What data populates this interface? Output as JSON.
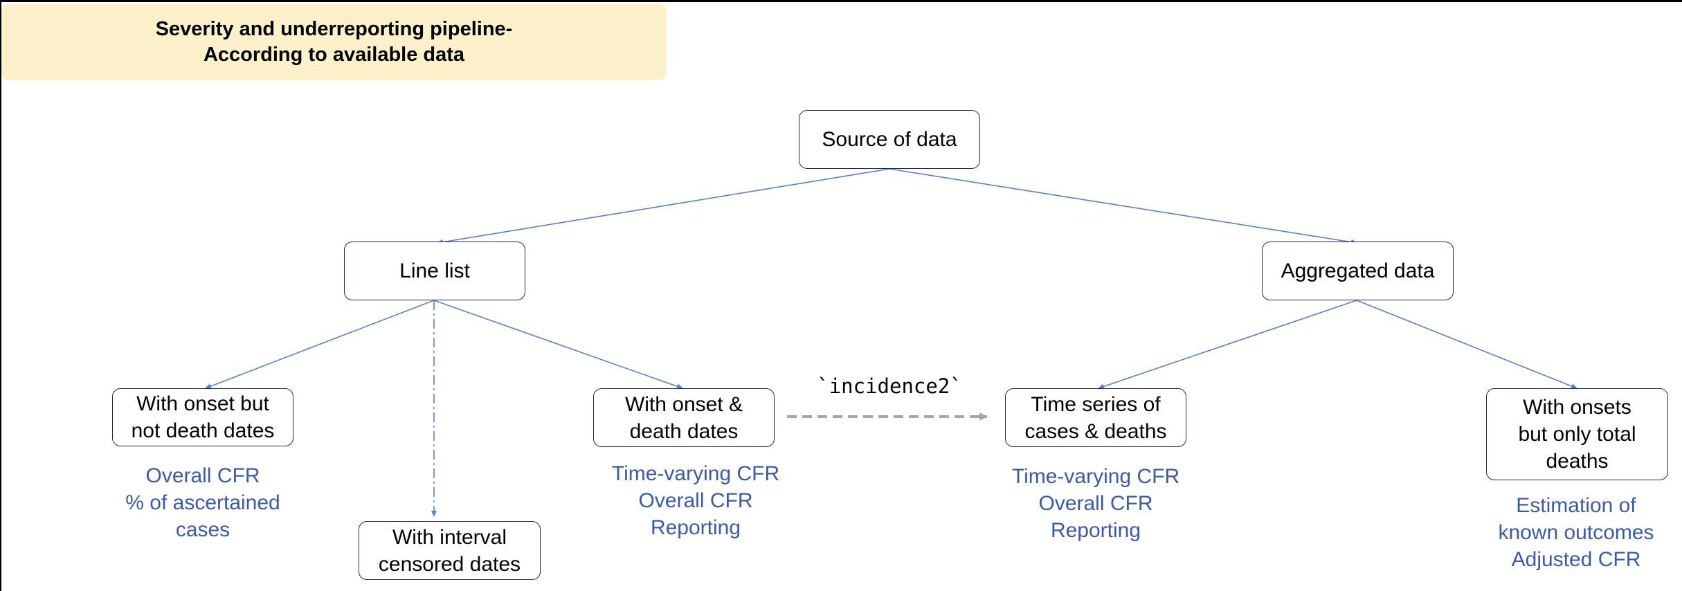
{
  "title": {
    "line1": "Severity and underreporting pipeline-",
    "line2": "According to available data"
  },
  "nodes": {
    "source": [
      "Source of data"
    ],
    "line_list": [
      "Line list"
    ],
    "aggregated": [
      "Aggregated data"
    ],
    "onset_no_death": [
      "With onset but",
      "not death dates"
    ],
    "interval_censored": [
      "With interval",
      "censored dates"
    ],
    "onset_death": [
      "With onset &",
      "death dates"
    ],
    "time_series": [
      "Time series of",
      "cases & deaths"
    ],
    "onsets_total_deaths": [
      "With onsets",
      "but only total",
      "deaths"
    ]
  },
  "annotations": {
    "onset_no_death": [
      "Overall CFR",
      "% of ascertained",
      "cases"
    ],
    "onset_death": [
      "Time-varying CFR",
      "Overall CFR",
      "Reporting"
    ],
    "time_series": [
      "Time-varying CFR",
      "Overall CFR",
      "Reporting"
    ],
    "onsets_total_deaths": [
      "Estimation of",
      "known outcomes",
      "Adjusted CFR"
    ]
  },
  "edge_label": "`incidence2`",
  "colors": {
    "title_bg": "#fdf1cc",
    "edge": "#5b7fcf",
    "annotation_text": "#3c5aa6",
    "dashed_arrow": "#a6a6a6",
    "node_border": "#1f2d4a"
  }
}
